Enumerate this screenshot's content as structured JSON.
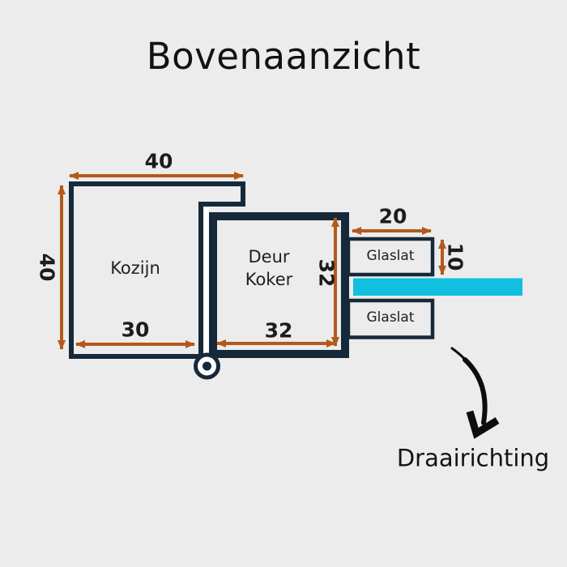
{
  "title": "Bovenaanzicht",
  "labels": {
    "kozijn": "Kozijn",
    "deur": "Deur",
    "koker": "Koker",
    "glaslat_top": "Glaslat",
    "glaslat_bottom": "Glaslat",
    "draairichting": "Draairichting"
  },
  "dimensions": {
    "kozijn_width_top": "40",
    "kozijn_depth_left": "40",
    "kozijn_inner_width_bottom": "30",
    "koker_width_bottom": "32",
    "koker_depth_right": "32",
    "glaslat_width": "20",
    "glaslat_depth": "10"
  },
  "colors": {
    "background": "#ececec",
    "outline_dark": "#16293a",
    "dimension_arrow": "#b3591b",
    "glass_cyan": "#11bfe0",
    "rotation_arrow": "#0d0d0d",
    "text": "#1b1b1b"
  }
}
